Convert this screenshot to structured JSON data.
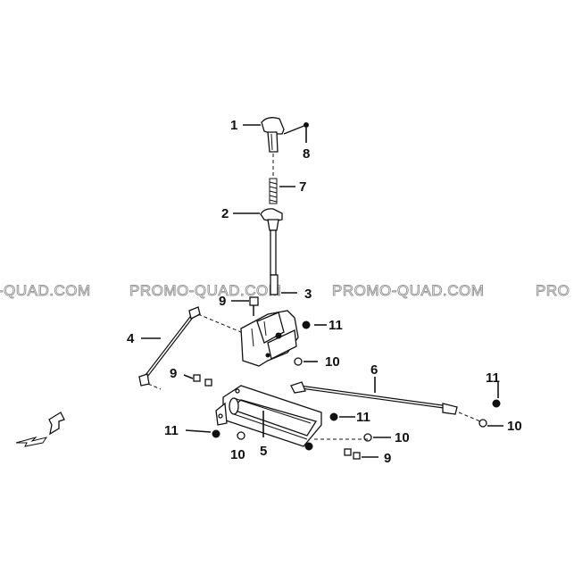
{
  "watermark": {
    "left": "-QUAD.COM",
    "center_left": "PROMO-QUAD.COM",
    "center_right": "PROMO-QUAD.COM",
    "right": "PRO"
  },
  "callouts": {
    "p1": "1",
    "p2": "2",
    "p3": "3",
    "p4": "4",
    "p5": "5",
    "p6": "6",
    "p7": "7",
    "p8": "8",
    "p9_a": "9",
    "p9_b": "9",
    "p9_c": "9",
    "p10_a": "10",
    "p10_b": "10",
    "p10_c": "10",
    "p10_d": "10",
    "p11_a": "11",
    "p11_b": "11",
    "p11_c": "11",
    "p11_d": "11"
  },
  "icons": {
    "front_direction": "arrow-front-icon"
  }
}
